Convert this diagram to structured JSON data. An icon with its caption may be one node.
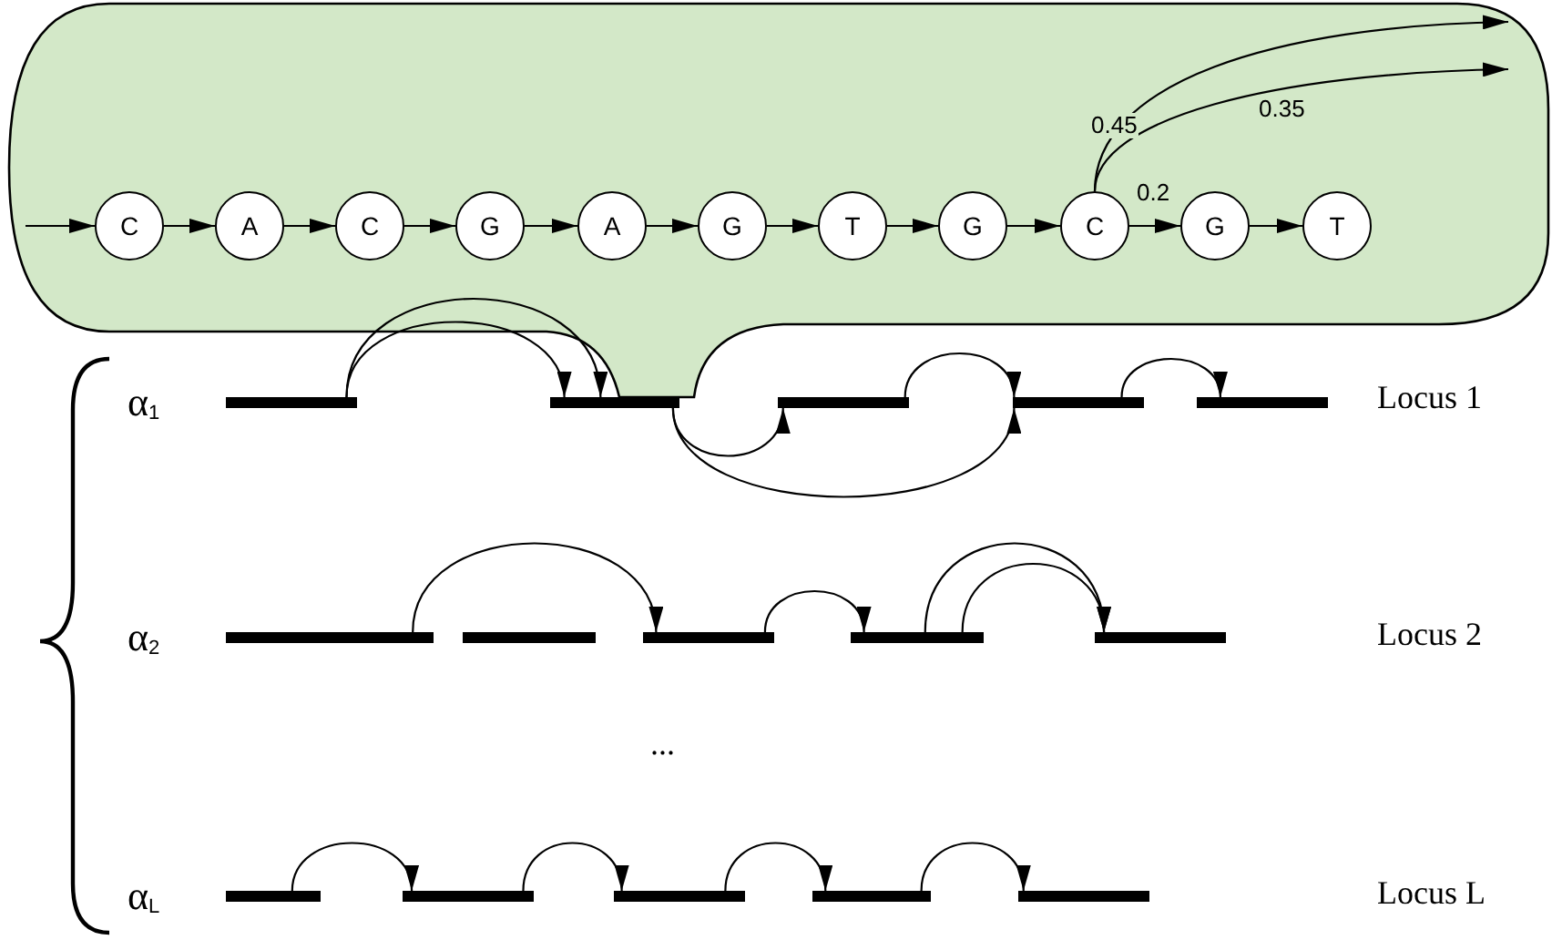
{
  "diagram": {
    "nodes": [
      {
        "text": [],
        "shape": "callout"
      },
      {
        "text": [
          "C"
        ],
        "in": 0
      },
      {
        "text": [
          "A"
        ],
        "in": 0
      },
      {
        "text": [
          "C"
        ],
        "in": 0
      },
      {
        "text": [
          "G"
        ],
        "in": 0
      },
      {
        "text": [
          "A"
        ],
        "in": 0
      },
      {
        "text": [
          "G"
        ],
        "in": 0
      },
      {
        "text": [
          "T"
        ],
        "in": 0
      },
      {
        "text": [
          "G"
        ],
        "in": 0
      },
      {
        "text": [
          "C"
        ],
        "in": 0
      },
      {
        "text": [
          "G"
        ],
        "in": 0
      },
      {
        "text": [
          "T"
        ],
        "in": 0
      },
      {
        "text": [],
        "shape": "bar"
      },
      {
        "text": [],
        "shape": "bar"
      },
      {
        "text": [],
        "shape": "bar"
      },
      {
        "text": [],
        "shape": "bar"
      },
      {
        "text": [],
        "shape": "bar"
      },
      {
        "text": [],
        "shape": "bar"
      },
      {
        "text": [],
        "shape": "bar"
      },
      {
        "text": [],
        "shape": "bar"
      },
      {
        "text": [],
        "shape": "bar"
      },
      {
        "text": [],
        "shape": "bar"
      },
      {
        "text": [],
        "shape": "bar"
      },
      {
        "text": [],
        "shape": "bar"
      },
      {
        "text": [],
        "shape": "bar"
      },
      {
        "text": [],
        "shape": "bar"
      },
      {
        "text": [],
        "shape": "bar"
      }
    ],
    "edges": [
      {
        "from": null,
        "to": 1,
        "arrow": "to"
      },
      {
        "from": 1,
        "to": 2,
        "arrow": "to"
      },
      {
        "from": 2,
        "to": 3,
        "arrow": "to"
      },
      {
        "from": 3,
        "to": 4,
        "arrow": "to"
      },
      {
        "from": 4,
        "to": 5,
        "arrow": "to"
      },
      {
        "from": 5,
        "to": 6,
        "arrow": "to"
      },
      {
        "from": 6,
        "to": 7,
        "arrow": "to"
      },
      {
        "from": 7,
        "to": 8,
        "arrow": "to"
      },
      {
        "from": 8,
        "to": 9,
        "arrow": "to"
      },
      {
        "from": 9,
        "to": 10,
        "arrow": "to",
        "label": "0.2"
      },
      {
        "from": 10,
        "to": 11,
        "arrow": "to"
      },
      {
        "from": 9,
        "to": null,
        "arrow": "to",
        "label": "0.45"
      },
      {
        "from": 9,
        "to": null,
        "arrow": "to",
        "label": "0.35"
      },
      {
        "from": 12,
        "to": 13,
        "arrow": "to"
      },
      {
        "from": 12,
        "to": 13,
        "arrow": "to"
      },
      {
        "from": 13,
        "to": 14,
        "arrow": "to"
      },
      {
        "from": 13,
        "to": 15,
        "arrow": "to"
      },
      {
        "from": 14,
        "to": 15,
        "arrow": "to"
      },
      {
        "from": 15,
        "to": 16,
        "arrow": "to"
      },
      {
        "from": 17,
        "to": 19,
        "arrow": "to"
      },
      {
        "from": 19,
        "to": 20,
        "arrow": "to"
      },
      {
        "from": 20,
        "to": 21,
        "arrow": "to"
      },
      {
        "from": 20,
        "to": 21,
        "arrow": "to"
      },
      {
        "from": 22,
        "to": 23,
        "arrow": "to"
      },
      {
        "from": 23,
        "to": 24,
        "arrow": "to"
      },
      {
        "from": 24,
        "to": 25,
        "arrow": "to"
      },
      {
        "from": 25,
        "to": 26,
        "arrow": "to"
      }
    ],
    "labels": [
      "α$_{1}$",
      "Locus 1",
      "α$_{2}$",
      "Locus 2",
      "...",
      "α$_{L}$",
      "Locus L"
    ]
  }
}
